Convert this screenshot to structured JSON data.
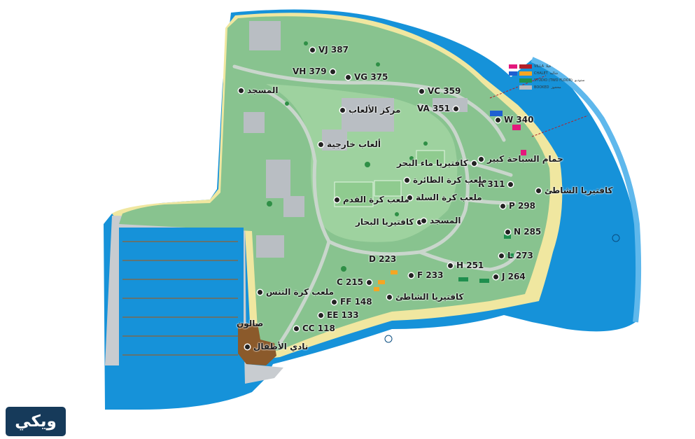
{
  "legend": {
    "items": [
      {
        "en": "VILLA",
        "ar": "فيلا",
        "color": "#b3202a"
      },
      {
        "en": "CHALET",
        "ar": "شاليه",
        "color": "#f5a623"
      },
      {
        "en": "STUDIO (TWO FLOOR)",
        "ar": "ستوديو",
        "color": "#1f8f4e"
      },
      {
        "en": "BOOKED",
        "ar": "محجوز",
        "color": "#b8bcc0"
      }
    ]
  },
  "places": [
    {
      "id": "vj",
      "text": "VJ 387"
    },
    {
      "id": "vh",
      "text": "VH 379"
    },
    {
      "id": "vg",
      "text": "VG 375"
    },
    {
      "id": "vc",
      "text": "VC 359"
    },
    {
      "id": "va",
      "text": "VA 351"
    },
    {
      "id": "w",
      "text": "W 340"
    },
    {
      "id": "r",
      "text": "R 311"
    },
    {
      "id": "p",
      "text": "P 298"
    },
    {
      "id": "n",
      "text": "N 285"
    },
    {
      "id": "l",
      "text": "L 273"
    },
    {
      "id": "j",
      "text": "J 264"
    },
    {
      "id": "h",
      "text": "H 251"
    },
    {
      "id": "f",
      "text": "F 233"
    },
    {
      "id": "d",
      "text": "D 223"
    },
    {
      "id": "c",
      "text": "C 215"
    },
    {
      "id": "ff",
      "text": "FF 148"
    },
    {
      "id": "ee",
      "text": "EE 133"
    },
    {
      "id": "cc",
      "text": "CC 118"
    },
    {
      "id": "mosque1",
      "text": "المسجد"
    },
    {
      "id": "games-center",
      "text": "مركز الألعاب"
    },
    {
      "id": "outdoor-games",
      "text": "ألعاب خارجية"
    },
    {
      "id": "sea-water-cafe",
      "text": "كافتيريا ماء البحر"
    },
    {
      "id": "volleyball",
      "text": "ملعب كرة الطائرة"
    },
    {
      "id": "basketball",
      "text": "ملعب كرة السلة"
    },
    {
      "id": "football",
      "text": "ملعب كرة القدم"
    },
    {
      "id": "sailors-cafe",
      "text": "كافتيريا البحار"
    },
    {
      "id": "mosque2",
      "text": "المسجد"
    },
    {
      "id": "big-pool",
      "text": "حمام السباحة كبير"
    },
    {
      "id": "beach-cafe-east",
      "text": "كافتيريا الشاطئ"
    },
    {
      "id": "beach-cafe-south",
      "text": "كافتيريا الشاطئ"
    },
    {
      "id": "tennis",
      "text": "ملعب كرة التنس"
    },
    {
      "id": "salon",
      "text": "صالون"
    },
    {
      "id": "kids-club",
      "text": "نادي الأطفال"
    }
  ],
  "brand": {
    "text": "ويكي"
  }
}
